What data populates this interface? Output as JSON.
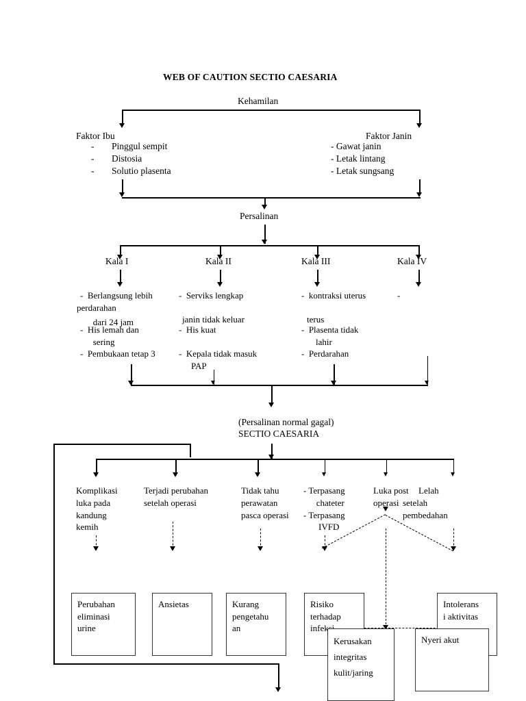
{
  "document": {
    "title": "WEB OF CAUTION SECTIO CAESARIA",
    "root": "Kehamilan"
  },
  "factors": {
    "left": {
      "heading": "Faktor Ibu",
      "items": [
        "Pinggul sempit",
        "Distosia",
        "Solutio plasenta"
      ],
      "bullet": "-"
    },
    "right": {
      "heading": "Faktor Janin",
      "items": [
        "- Gawat janin",
        "- Letak lintang",
        "- Letak sungsang"
      ]
    }
  },
  "labor": {
    "node": "Persalinan",
    "stages": [
      {
        "label": "Kala I",
        "lines": [
          "-  Berlangsung lebih",
          "perdarahan",
          "   dari 24 jam",
          "-  His lemah dan",
          "   sering",
          "-  Pembukaan tetap 3"
        ]
      },
      {
        "label": "Kala II",
        "lines": [
          "-  Serviks lengkap",
          "",
          "janin tidak keluar",
          "-  His kuat",
          "",
          "-  Kepala tidak masuk",
          "    PAP"
        ]
      },
      {
        "label": "Kala III",
        "lines": [
          "-  kontraksi uterus",
          "",
          "terus",
          "-  Plasenta tidak",
          "    lahir",
          "-  Perdarahan"
        ]
      },
      {
        "label": "Kala IV",
        "lines": [
          "-"
        ]
      }
    ]
  },
  "surgery": {
    "subtitle": "(Persalinan normal gagal)",
    "name": "SECTIO CAESARIA"
  },
  "consequences": [
    {
      "id": "kandung-kemih",
      "lines": [
        "Komplikasi",
        "luka pada",
        "kandung",
        "kemih"
      ]
    },
    {
      "id": "perubahan-operasi",
      "lines": [
        "Terjadi perubahan",
        "setelah operasi"
      ]
    },
    {
      "id": "tidak-tahu-perawatan",
      "lines": [
        "Tidak tahu",
        "perawatan",
        "pasca operasi"
      ]
    },
    {
      "id": "terpasang-alat",
      "lines": [
        "- Terpasang",
        "   chateter",
        "- Terpasang",
        "    IVFD"
      ]
    },
    {
      "id": "luka-post-operasi",
      "lines": [
        "Luka post",
        "operasi"
      ]
    },
    {
      "id": "lelah-pembedahan",
      "lines": [
        "Lelah",
        "setelah",
        "pembedahan"
      ]
    }
  ],
  "diagnoses": [
    {
      "id": "eliminasi-urine",
      "lines": [
        "Perubahan",
        "eliminasi",
        "urine"
      ]
    },
    {
      "id": "ansietas",
      "lines": [
        "Ansietas"
      ]
    },
    {
      "id": "kurang-pengetahuan",
      "lines": [
        "Kurang",
        "pengetahu",
        "an"
      ]
    },
    {
      "id": "risiko-infeksi",
      "lines": [
        "Risiko",
        "terhadap",
        "infeksi"
      ]
    },
    {
      "id": "intoleransi-aktivitas",
      "lines": [
        "Intolerans",
        "i aktivitas"
      ]
    },
    {
      "id": "kerusakan-integritas",
      "lines": [
        "Kerusakan",
        "integritas",
        "kulit/jaring"
      ]
    },
    {
      "id": "nyeri-akut",
      "lines": [
        "Nyeri akut"
      ]
    }
  ]
}
